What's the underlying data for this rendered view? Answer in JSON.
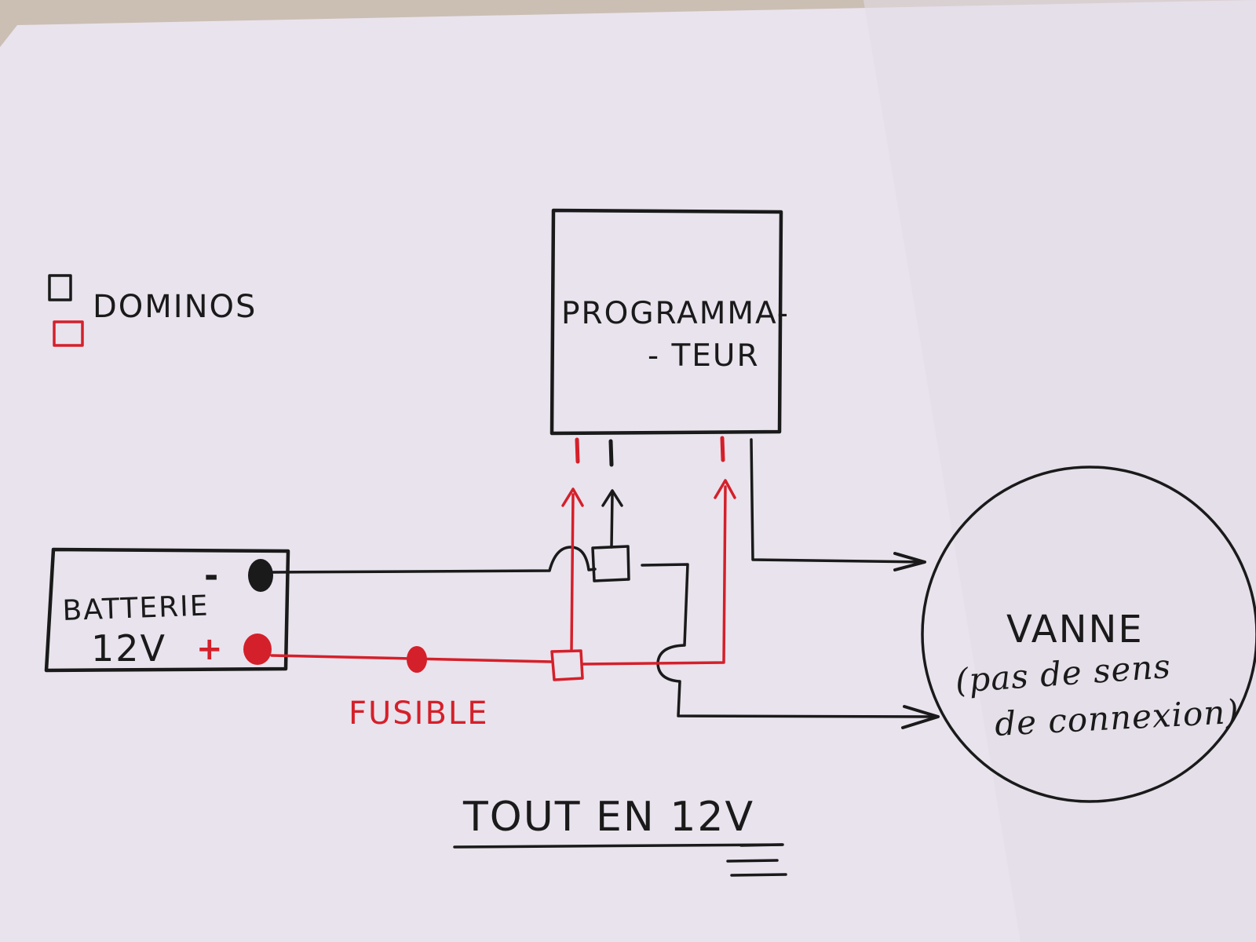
{
  "colors": {
    "ink_black": "#1a1a1a",
    "ink_red": "#d4202a",
    "paper": "#eae4ee",
    "table": "#cbbfb4"
  },
  "legend": {
    "label": "DOMINOS"
  },
  "programmer": {
    "line1": "PROGRAMMA-",
    "line2": "- TEUR"
  },
  "battery": {
    "line1": "BATTERIE",
    "line2": "12V",
    "minus": "-",
    "plus": "+"
  },
  "fuse": {
    "label": "FUSIBLE"
  },
  "valve": {
    "line1": "VANNE",
    "line2": "(pas de sens",
    "line3": "de connexion)"
  },
  "footer": {
    "note": "TOUT EN 12V"
  }
}
